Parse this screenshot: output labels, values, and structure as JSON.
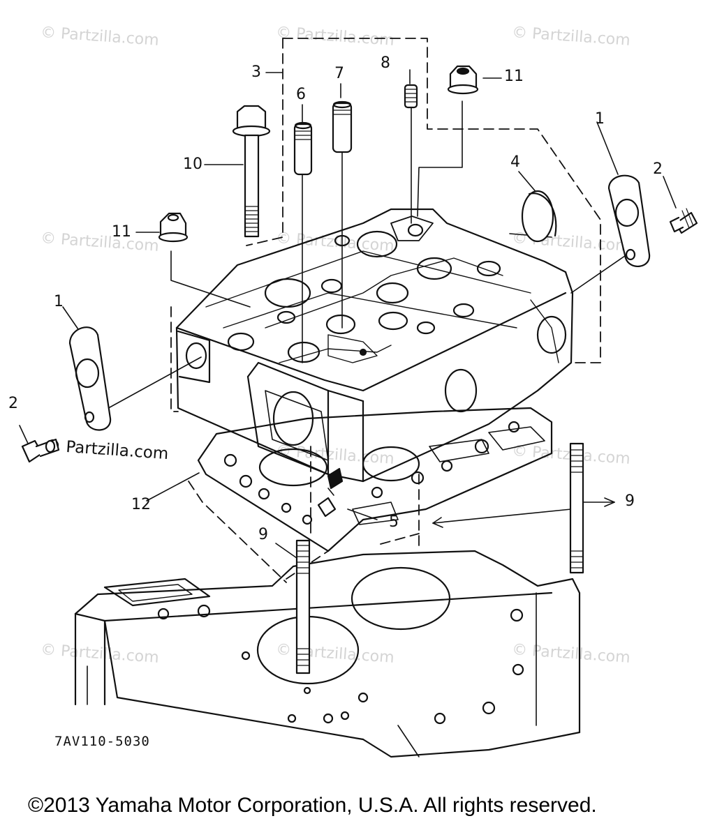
{
  "diagram": {
    "drawing_code": "7AV110-5030",
    "copyright": "©2013 Yamaha Motor Corporation, U.S.A. All rights reserved.",
    "watermark_text": "© Partzilla.com",
    "callouts": [
      {
        "id": "c1a",
        "label": "1"
      },
      {
        "id": "c1b",
        "label": "1"
      },
      {
        "id": "c2a",
        "label": "2"
      },
      {
        "id": "c2b",
        "label": "2"
      },
      {
        "id": "c3",
        "label": "3"
      },
      {
        "id": "c4",
        "label": "4"
      },
      {
        "id": "c5",
        "label": "5"
      },
      {
        "id": "c6",
        "label": "6"
      },
      {
        "id": "c7",
        "label": "7"
      },
      {
        "id": "c8",
        "label": "8"
      },
      {
        "id": "c9a",
        "label": "9"
      },
      {
        "id": "c9b",
        "label": "9"
      },
      {
        "id": "c10",
        "label": "10"
      },
      {
        "id": "c11a",
        "label": "11"
      },
      {
        "id": "c11b",
        "label": "11"
      },
      {
        "id": "c12",
        "label": "12"
      }
    ]
  }
}
